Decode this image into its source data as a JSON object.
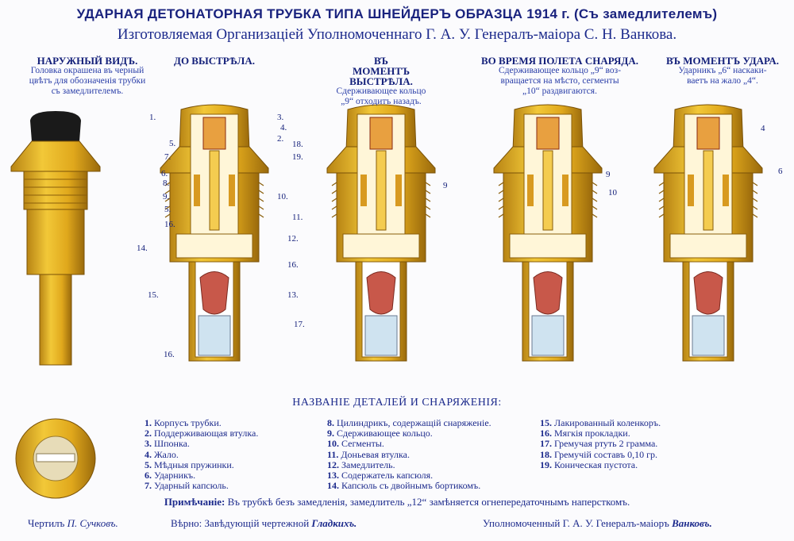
{
  "header": {
    "title": "УДАРНАЯ ДЕТОНАТОРНАЯ ТРУБКА ТИПА ШНЕЙДЕРЪ ОБРАЗЦА 1914 г. (Съ замедлителемъ)",
    "subtitle": "Изготовляемая Организацiей Уполномоченнаго Г. А. У. Генералъ-маiора С. Н. Ванкова."
  },
  "views": [
    {
      "heading": "НАРУЖНЫЙ ВИДЪ.",
      "caption": [
        "Головка окрашена въ черный",
        "цвѣтъ для обозначенiя трубки",
        "съ замедлителемъ."
      ]
    },
    {
      "heading": "ДО ВЫСТРѢЛА.",
      "caption": []
    },
    {
      "heading": "ВЪ МОМЕНТЪ ВЫСТРѢЛА.",
      "caption": [
        "Сдерживающее кольцо",
        "„9“ отходитъ назадъ."
      ]
    },
    {
      "heading": "ВО ВРЕМЯ ПОЛЕТА СНАРЯДА.",
      "caption": [
        "Сдерживающее кольцо „9“ воз-",
        "вращается на мѣсто, сегменты",
        "„10“ раздвигаются."
      ]
    },
    {
      "heading": "ВЪ МОМЕНТЪ УДАРА.",
      "caption": [
        "Ударникъ „6“ наскаки-",
        "ваетъ на жало „4“."
      ]
    }
  ],
  "callouts": {
    "before_left": [
      "1.",
      "5.",
      "7.",
      "6.",
      "8.",
      "9.",
      "5.",
      "16.",
      "14.",
      "15.",
      "16."
    ],
    "before_right": [
      "3.",
      "4.",
      "2.",
      "18.",
      "19.",
      "10.",
      "11.",
      "12.",
      "16.",
      "13.",
      "17."
    ],
    "firing": [
      "9"
    ],
    "flight": [
      "9",
      "10"
    ],
    "impact": [
      "4",
      "6"
    ]
  },
  "legend": {
    "title": "НАЗВАНIЕ ДЕТАЛЕЙ И СНАРЯЖЕНIЯ:",
    "columns": [
      [
        {
          "n": "1.",
          "t": "Корпусъ трубки."
        },
        {
          "n": "2.",
          "t": "Поддерживающая втулка."
        },
        {
          "n": "3.",
          "t": "Шпонка."
        },
        {
          "n": "4.",
          "t": "Жало."
        },
        {
          "n": "5.",
          "t": "Мѣдныя пружинки."
        },
        {
          "n": "6.",
          "t": "Ударникъ."
        },
        {
          "n": "7.",
          "t": "Ударный капсюль."
        }
      ],
      [
        {
          "n": "8.",
          "t": "Цилиндрикъ, содержащiй снаряженiе."
        },
        {
          "n": "9.",
          "t": "Сдерживающее кольцо."
        },
        {
          "n": "10.",
          "t": "Сегменты."
        },
        {
          "n": "11.",
          "t": "Доньевая втулка."
        },
        {
          "n": "12.",
          "t": "Замедлитель."
        },
        {
          "n": "13.",
          "t": "Содержатель капсюля."
        },
        {
          "n": "14.",
          "t": "Капсюль съ двойнымъ бортикомъ."
        }
      ],
      [
        {
          "n": "15.",
          "t": "Лакированный коленкоръ."
        },
        {
          "n": "16.",
          "t": "Мягкiя прокладки."
        },
        {
          "n": "17.",
          "t": "Гремучая ртуть 2 грамма."
        },
        {
          "n": "18.",
          "t": "Гремучiй составъ 0,10 гр."
        },
        {
          "n": "19.",
          "t": "Коническая пустота."
        }
      ]
    ]
  },
  "note": {
    "label": "Примѣчанiе:",
    "text": "Въ трубкѣ безъ замедленiя, замедлитель „12“ замѣняется огнепередаточнымъ наперсткомъ."
  },
  "footer": {
    "drawn_label": "Чертилъ",
    "drawn_name": "П. Сучковъ.",
    "verified_label": "Вѣрно: Завѣдующiй чертежной",
    "verified_name": "Гладкихъ.",
    "authorized_label": "Уполномоченный Г. А. У. Генералъ-маiоръ",
    "authorized_name": "Ванковъ."
  },
  "colors": {
    "text": "#1c2a8c",
    "brass": "#e2ad1e",
    "brass_dark": "#a87410",
    "cap": "#1a1a1a",
    "capsule": "#c8584a",
    "charge": "#cfe3f0"
  }
}
